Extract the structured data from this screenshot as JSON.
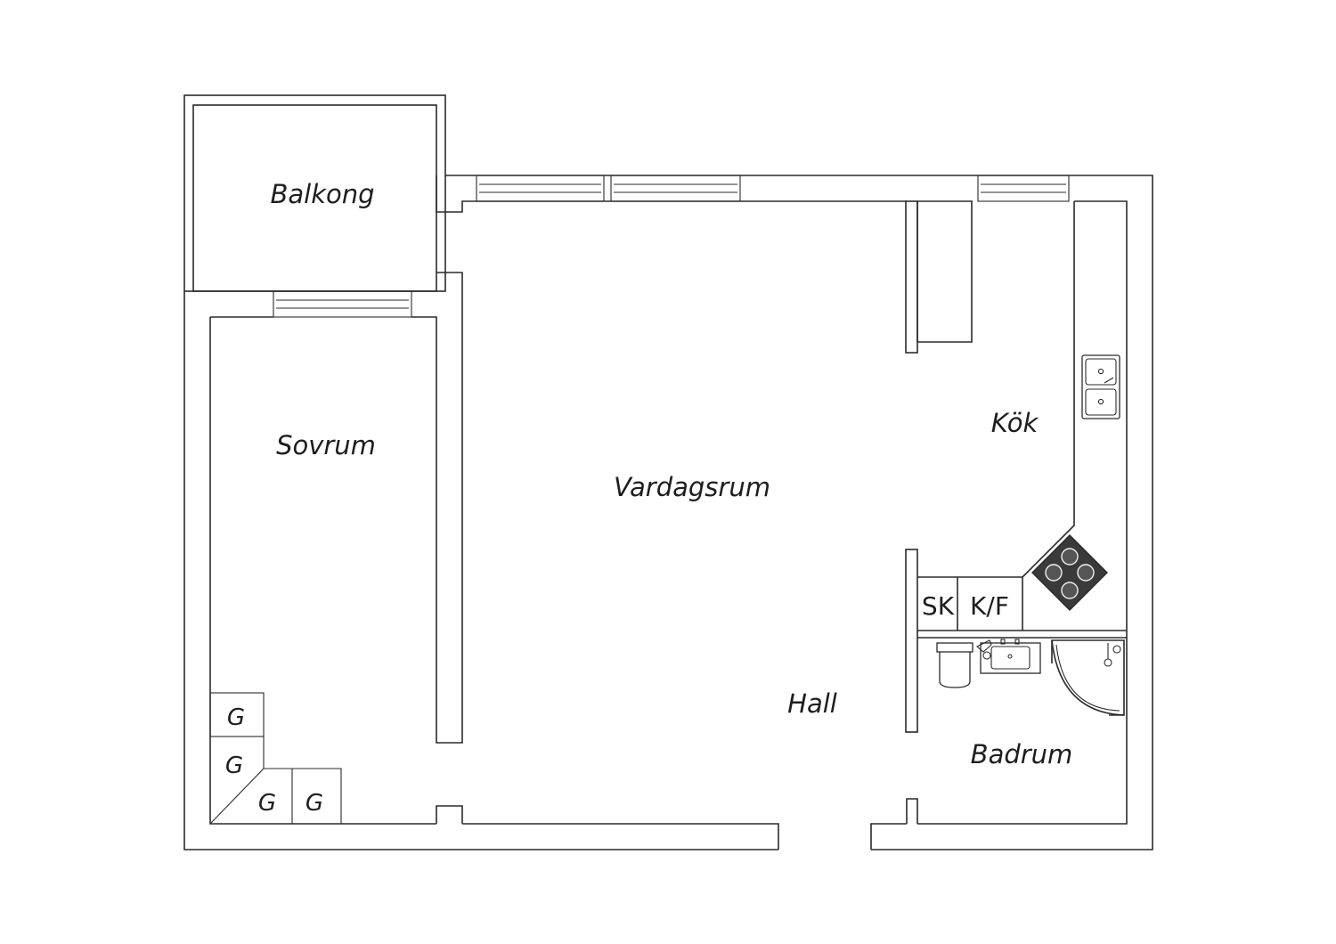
{
  "rooms": {
    "balkong": "Balkong",
    "sovrum": "Sovrum",
    "vardagsrum": "Vardagsrum",
    "kok": "Kök",
    "hall": "Hall",
    "badrum": "Badrum"
  },
  "fixtures": {
    "sk": "SK",
    "kf": "K/F"
  },
  "storage_label": "G",
  "colors": {
    "line": "#2b2b2b",
    "background": "#ffffff",
    "stove": "#3a3a3a"
  }
}
